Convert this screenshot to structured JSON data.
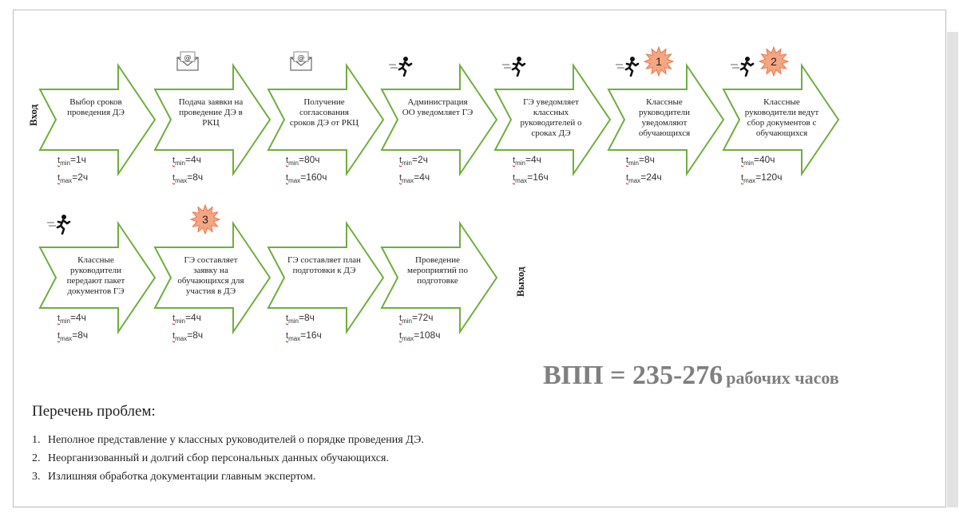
{
  "labels": {
    "entry": "Вход",
    "exit": "Выход",
    "t_prefix": "t",
    "min_sub": "min",
    "max_sub": "max",
    "vpp_main": "ВПП = 235-276",
    "vpp_unit": "рабочих часов",
    "problems_title": "Перечень проблем:"
  },
  "steps": [
    {
      "label": "Выбор сроков проведения ДЭ",
      "tmin": "=1ч",
      "tmax": "=2ч",
      "icon": ""
    },
    {
      "label": "Подача заявки на проведение ДЭ в РКЦ",
      "tmin": "=4ч",
      "tmax": "=8ч",
      "icon": "email-icon"
    },
    {
      "label": "Получение согласования сроков ДЭ от РКЦ",
      "tmin": "=80ч",
      "tmax": "=160ч",
      "icon": "email-icon"
    },
    {
      "label": "Администрация ОО уведомляет ГЭ",
      "tmin": "=2ч",
      "tmax": "=4ч",
      "icon": "runner-icon"
    },
    {
      "label": "ГЭ уведомляет классных руководителей о сроках ДЭ",
      "tmin": "=4ч",
      "tmax": "=16ч",
      "icon": "runner-icon"
    },
    {
      "label": "Классные руководители уведомляют обучающихся",
      "tmin": "=8ч",
      "tmax": "=24ч",
      "icon": "runner-icon",
      "burst": "1"
    },
    {
      "label": "Классные руководители ведут сбор документов с обучающихся",
      "tmin": "=40ч",
      "tmax": "=120ч",
      "icon": "runner-icon",
      "burst": "2"
    },
    {
      "label": "Классные руководители передают пакет документов ГЭ",
      "tmin": "=4ч",
      "tmax": "=8ч",
      "icon": "runner-icon"
    },
    {
      "label": "ГЭ составляет заявку на обучающихся для участия в ДЭ",
      "tmin": "=4ч",
      "tmax": "=8ч",
      "icon": "",
      "burst": "3"
    },
    {
      "label": "ГЭ составляет план подготовки к ДЭ",
      "tmin": "=8ч",
      "tmax": "=16ч",
      "icon": ""
    },
    {
      "label": "Проведение мероприятий по подготовке",
      "tmin": "=72ч",
      "tmax": "=108ч",
      "icon": ""
    }
  ],
  "problems": [
    {
      "num": "1.",
      "text": "Неполное представление у классных руководителей о порядке проведения ДЭ."
    },
    {
      "num": "2.",
      "text": "Неорганизованный и долгий сбор персональных данных обучающихся."
    },
    {
      "num": "3.",
      "text": "Излишняя обработка документации главным экспертом."
    }
  ],
  "colors": {
    "arrow_stroke": "#6fae3e",
    "burst_fill": "#f4a582",
    "burst_stroke": "#e8764a",
    "vpp": "#7f7f7f"
  }
}
